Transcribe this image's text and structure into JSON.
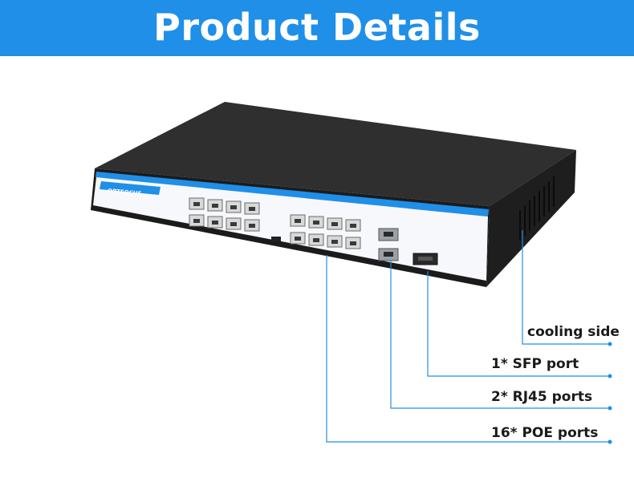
{
  "banner": {
    "title": "Product Details"
  },
  "device": {
    "brand": "OPTFOCUS"
  },
  "callouts": [
    {
      "label": "cooling side"
    },
    {
      "label": "1* SFP port"
    },
    {
      "label": "2* RJ45 ports"
    },
    {
      "label": "16* POE ports"
    }
  ],
  "colors": {
    "banner": "#1f8fe8",
    "accent": "#1f8fe8",
    "device_body": "#2b2b2b"
  }
}
